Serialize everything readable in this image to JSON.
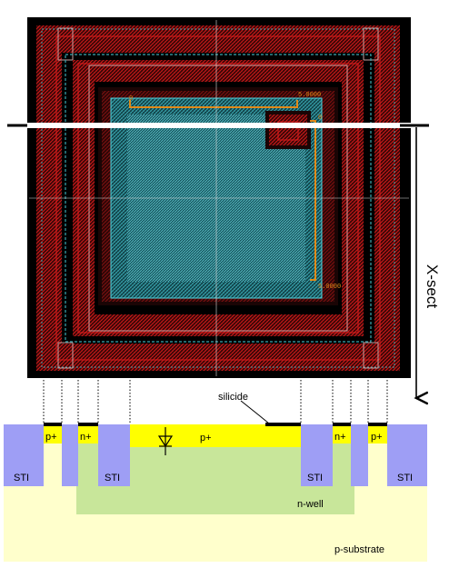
{
  "layout_view": {
    "coordinates": {
      "top_left": "0",
      "top_right": "5.0000",
      "right_top": "0",
      "right_bottom": "5.0000"
    }
  },
  "cut_label": "X-sect",
  "cross_section": {
    "labels": {
      "silicide": "silicide",
      "sti": "STI",
      "p_plus": "p+",
      "n_plus": "n+",
      "n_well": "n-well",
      "p_substrate": "p-substrate"
    }
  },
  "colors": {
    "background": "#000000",
    "red_ring": "#d11a1a",
    "cyan_active": "#3aa6b0",
    "coordinate_text": "#e08a1a",
    "sti": "#9e9ef5",
    "p_plus_region": "#ffff00",
    "n_well_region": "#c8e69a",
    "p_substrate_region": "#ffffcc",
    "silicide": "#000000"
  }
}
